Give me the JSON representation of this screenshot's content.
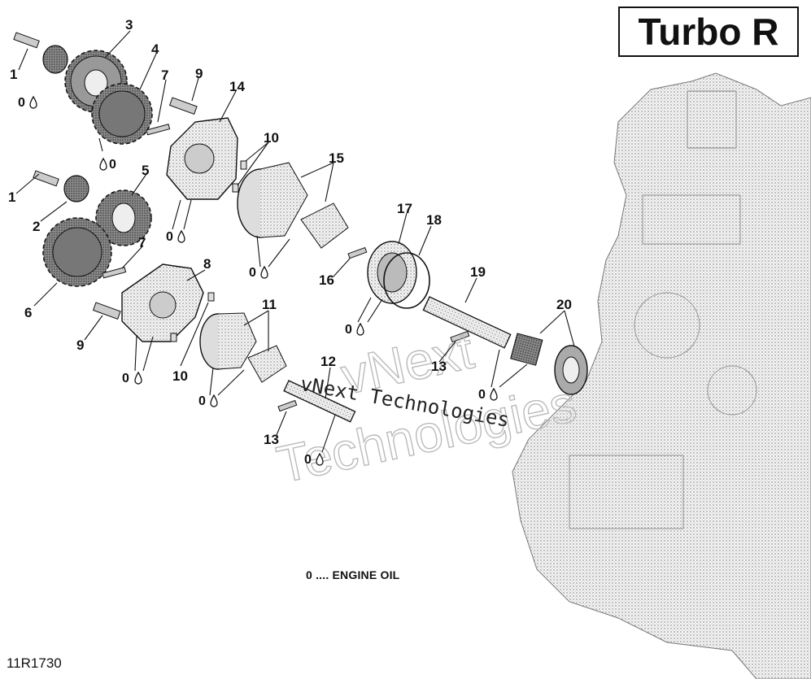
{
  "title": "Turbo R",
  "legend_text": "0 .... ENGINE OIL",
  "drawing_id": "11R1730",
  "oil_symbol": "0",
  "watermark": {
    "line1": "vNext",
    "line2": "Technologies",
    "overlay": "vNext Technologies"
  },
  "callouts": {
    "c1a": "1",
    "c1b": "1",
    "c2": "2",
    "c3": "3",
    "c4": "4",
    "c5": "5",
    "c6": "6",
    "c7a": "7",
    "c7b": "7",
    "c8": "8",
    "c9a": "9",
    "c9b": "9",
    "c10a": "10",
    "c10b": "10",
    "c11": "11",
    "c12": "12",
    "c13a": "13",
    "c13b": "13",
    "c14": "14",
    "c15": "15",
    "c16": "16",
    "c17": "17",
    "c18": "18",
    "c19": "19",
    "c20": "20"
  },
  "colors": {
    "line": "#111111",
    "part_fill": "#c8c8c8",
    "part_dark": "#555555",
    "engine": "#d8d8d8"
  }
}
